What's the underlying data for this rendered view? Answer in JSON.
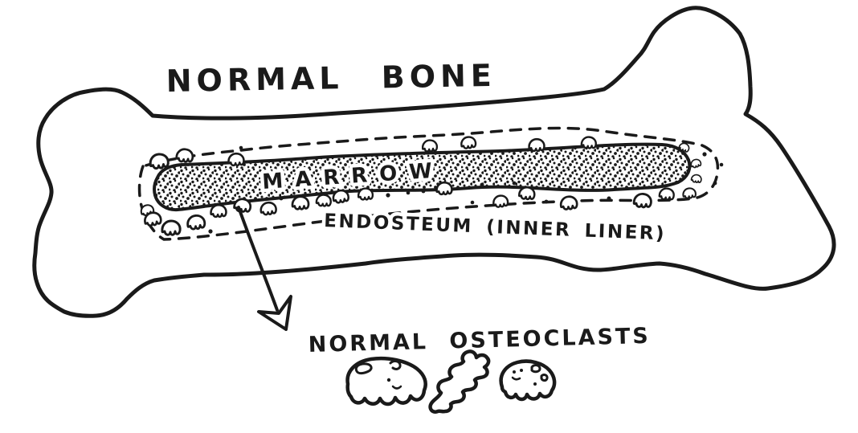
{
  "diagram": {
    "title": "NORMAL BONE",
    "marrow_label": "MARROW",
    "endosteum_label": "ENDOSTEUM (INNER LINER)",
    "osteoclasts_label": "NORMAL OSTEOCLASTS",
    "ink_color": "#1a1a1a",
    "background_color": "#ffffff",
    "elements": {
      "bone": "long bone outline with knobby epiphyses",
      "marrow": "stippled marrow cavity",
      "endosteum": "dashed inner liner around marrow",
      "osteoclast_cells": "small scalloped cells lining the endosteum",
      "arrow": "arrow from endosteal cells to normal osteoclasts drawings"
    }
  }
}
